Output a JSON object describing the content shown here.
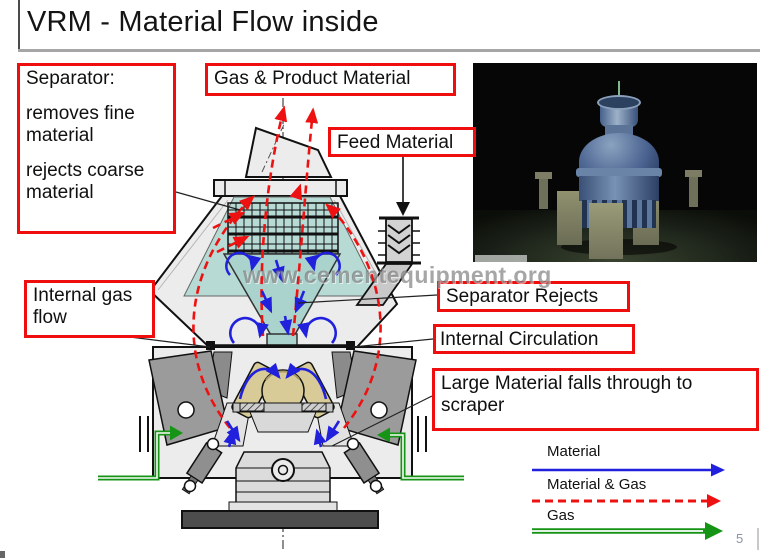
{
  "slide": {
    "title": "VRM - Material Flow inside",
    "watermark": "www.cementequipment.org",
    "page_number": "5"
  },
  "callouts": {
    "separator_title": "Separator:",
    "separator_line2": "removes fine material",
    "separator_line3": "rejects coarse material",
    "gas_product": "Gas & Product Material",
    "feed": "Feed Material",
    "internal_gas": "Internal gas flow",
    "separator_rejects": "Separator Rejects",
    "internal_circulation": "Internal Circulation",
    "large_material": "Large Material falls through to scraper"
  },
  "legend": {
    "items": [
      {
        "label": "Material",
        "color": "#2121dd",
        "line_style": "solid"
      },
      {
        "label": "Material & Gas",
        "color": "#ee1111",
        "line_style": "dashed"
      },
      {
        "label": "Gas",
        "color": "#169416",
        "line_style": "double-outline"
      }
    ]
  },
  "diagram": {
    "subject": "vertical-roller-mill-cross-section",
    "flow_colors": {
      "material": "#2121dd",
      "material_and_gas": "#ee1111",
      "gas": "#169416"
    },
    "callout_border_color": "#ee0e0e",
    "separator_zone_color": "#b7dad5",
    "roller_color": "#d8cb97"
  }
}
